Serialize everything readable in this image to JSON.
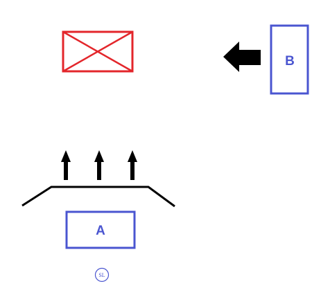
{
  "colors": {
    "blue": "#4a55d0",
    "red": "#e3262b",
    "black": "#000000",
    "background": "#ffffff"
  },
  "boxes": {
    "a": {
      "label": "A"
    },
    "b": {
      "label": "B"
    }
  },
  "marker": {
    "label": "SL"
  },
  "arrows": {
    "left_icon": "arrow-left-icon",
    "up_icon": "arrow-up-icon",
    "up_count": 3
  },
  "cross_box": {
    "icon": "x-mark-box"
  }
}
